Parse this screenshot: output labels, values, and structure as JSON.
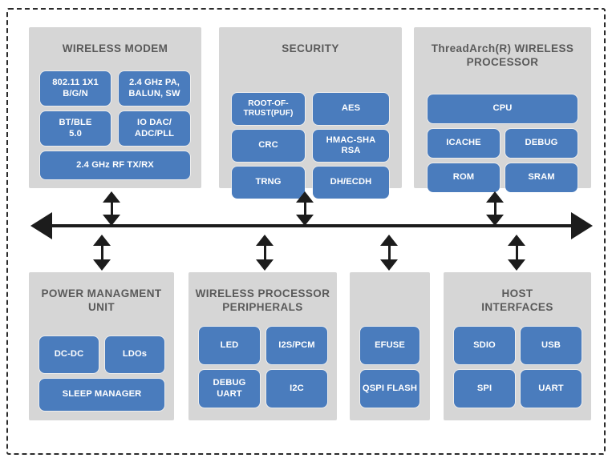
{
  "diagram": {
    "title_visible": false,
    "colors": {
      "block_fill": "#4a7cbd",
      "panel_fill": "#d6d6d6",
      "bus_stroke": "#1c1c1c",
      "title_text": "#5a5a5a",
      "block_text": "#ffffff",
      "boundary_stroke": "#2b2b2b"
    },
    "bus": {
      "name": "system-bus",
      "style": "double-headed-horizontal-arrow",
      "left_arrow": "◀",
      "right_arrow": "▶"
    },
    "panels": [
      {
        "id": "wireless-modem",
        "title": "WIRELESS MODEM",
        "blocks": [
          {
            "label": "802.11 1X1\nB/G/N"
          },
          {
            "label": "2.4 GHz PA,\nBALUN, SW"
          },
          {
            "label": "BT/BLE\n5.0"
          },
          {
            "label": "IO DAC/\nADC/PLL"
          },
          {
            "label": "2.4 GHz RF TX/RX"
          }
        ]
      },
      {
        "id": "security",
        "title": "SECURITY",
        "blocks": [
          {
            "label": "ROOT-OF-\nTRUST(PUF)"
          },
          {
            "label": "AES"
          },
          {
            "label": "CRC"
          },
          {
            "label": "HMAC-SHA\nRSA"
          },
          {
            "label": "TRNG"
          },
          {
            "label": "DH/ECDH"
          }
        ]
      },
      {
        "id": "threadarch-wireless-processor",
        "title": "ThreadArch(R) WIRELESS\nPROCESSOR",
        "blocks": [
          {
            "label": "CPU"
          },
          {
            "label": "ICACHE"
          },
          {
            "label": "DEBUG"
          },
          {
            "label": "ROM"
          },
          {
            "label": "SRAM"
          }
        ]
      },
      {
        "id": "power-management-unit",
        "title": "POWER MANAGMENT\nUNIT",
        "blocks": [
          {
            "label": "DC-DC"
          },
          {
            "label": "LDOs"
          },
          {
            "label": "SLEEP MANAGER"
          }
        ]
      },
      {
        "id": "wireless-processor-peripherals",
        "title": "WIRELESS PROCESSOR\nPERIPHERALS",
        "blocks": [
          {
            "label": "LED"
          },
          {
            "label": "I2S/PCM"
          },
          {
            "label": "DEBUG\nUART"
          },
          {
            "label": "I2C"
          }
        ]
      },
      {
        "id": "memory-fuse",
        "title": "",
        "blocks": [
          {
            "label": "EFUSE"
          },
          {
            "label": "QSPI FLASH"
          }
        ]
      },
      {
        "id": "host-interfaces",
        "title": "HOST\nINTERFACES",
        "blocks": [
          {
            "label": "SDIO"
          },
          {
            "label": "USB"
          },
          {
            "label": "SPI"
          },
          {
            "label": "UART"
          }
        ]
      }
    ]
  }
}
